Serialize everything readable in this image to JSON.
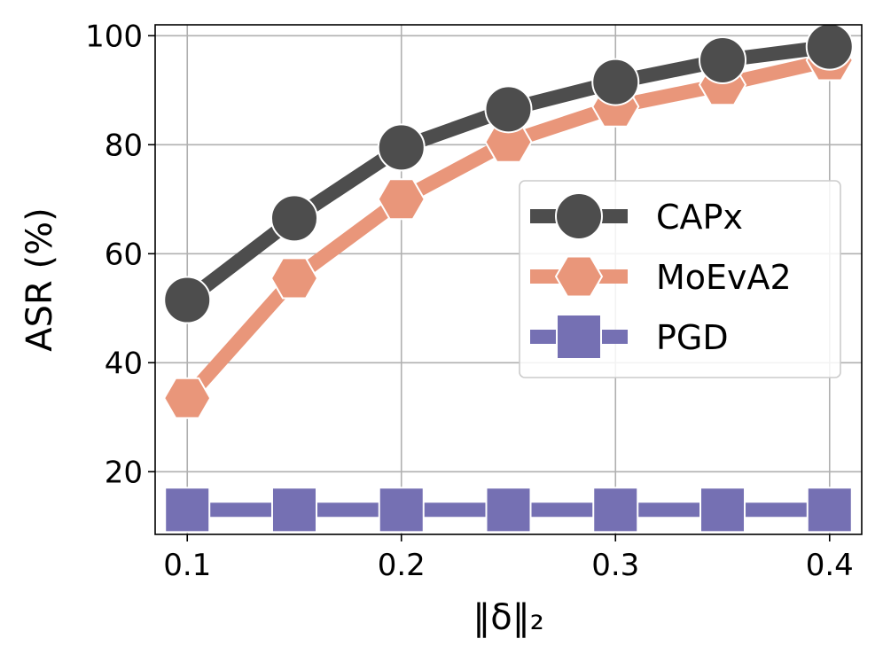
{
  "chart_data": {
    "type": "line",
    "x": [
      0.1,
      0.15,
      0.2,
      0.25,
      0.3,
      0.35,
      0.4
    ],
    "xticks": [
      "0.1",
      "0.2",
      "0.3",
      "0.4"
    ],
    "yticks": [
      "20",
      "40",
      "60",
      "80",
      "100"
    ],
    "xlabel": "‖δ‖₂",
    "ylabel": "ASR (%)",
    "xlim": [
      0.085,
      0.415
    ],
    "ylim": [
      8.5,
      102
    ],
    "grid": true,
    "legend_position": "center-right",
    "series": [
      {
        "name": "CAPx",
        "values": [
          51.5,
          66.5,
          79.5,
          86.5,
          91.5,
          95.5,
          98
        ],
        "color": "#4d4d4d",
        "marker": "circle"
      },
      {
        "name": "MoEvA2",
        "values": [
          33.5,
          55.5,
          70,
          80.5,
          87,
          91,
          95.5
        ],
        "color": "#e9967a",
        "marker": "hexagon"
      },
      {
        "name": "PGD",
        "values": [
          13,
          13,
          13,
          13,
          13,
          13,
          13
        ],
        "color": "#7570b3",
        "marker": "square"
      }
    ]
  }
}
